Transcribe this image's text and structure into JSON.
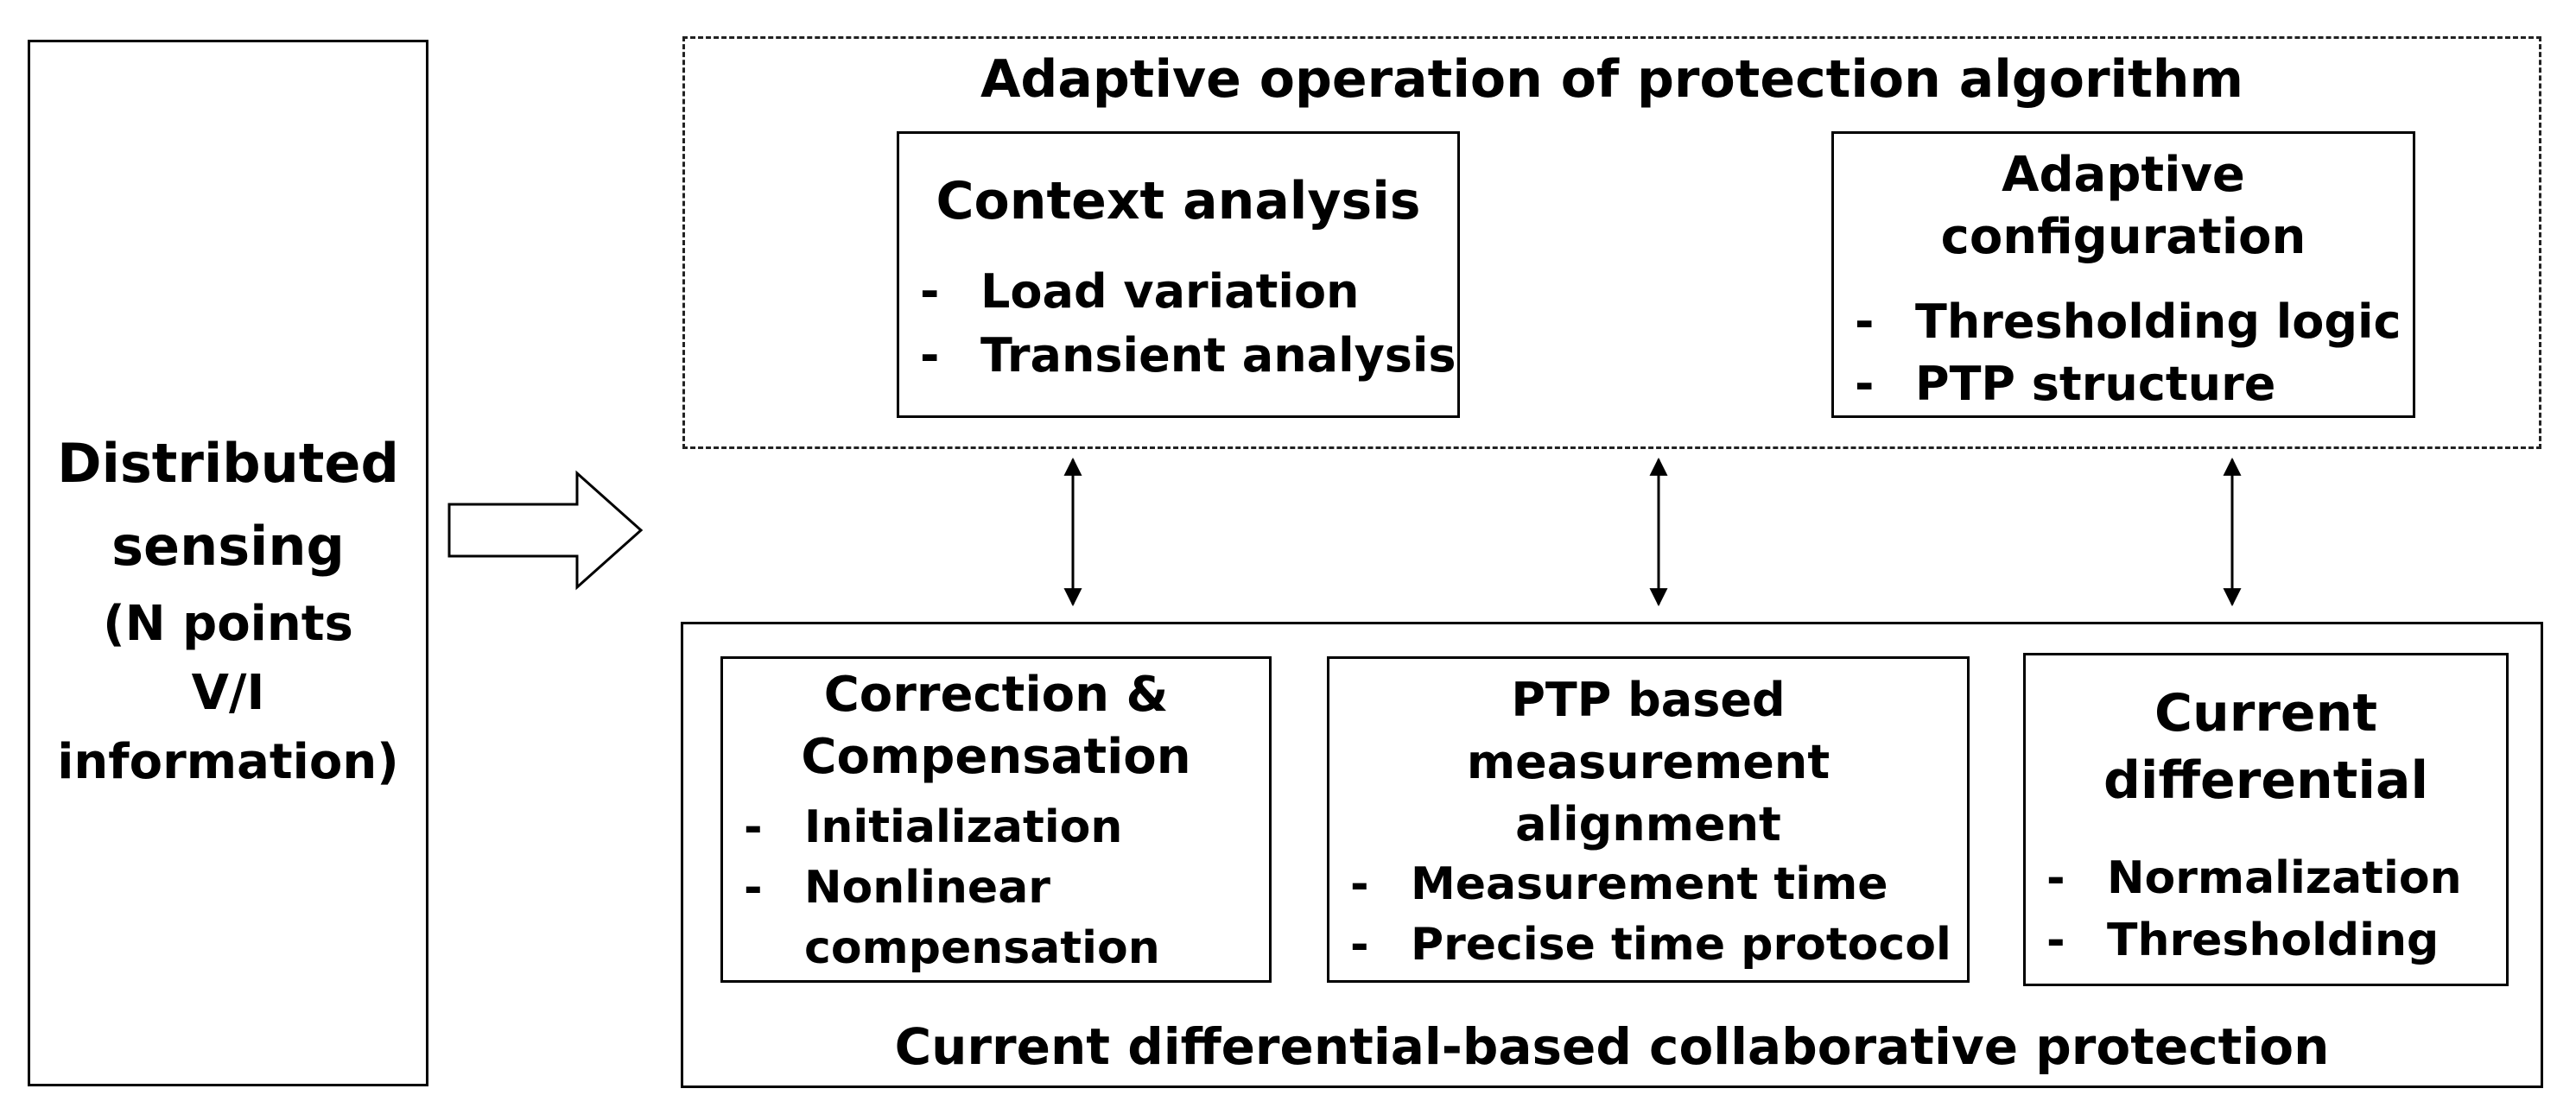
{
  "left_box": {
    "line1": "Distributed",
    "line2": "sensing",
    "line3": "(N points",
    "line4": "V/I",
    "line5": "information)"
  },
  "top_group": {
    "title": "Adaptive operation of protection algorithm",
    "context": {
      "title": "Context analysis",
      "items": [
        "Load variation",
        "Transient analysis"
      ]
    },
    "adaptive": {
      "title_line1": "Adaptive",
      "title_line2": "configuration",
      "items": [
        "Thresholding logic",
        "PTP structure"
      ]
    }
  },
  "bottom_group": {
    "title": "Current differential-based collaborative protection",
    "correction": {
      "title_line1": "Correction &",
      "title_line2": "Compensation",
      "items": [
        "Initialization",
        "Nonlinear",
        "compensation"
      ]
    },
    "ptp": {
      "title_line1": "PTP based",
      "title_line2": "measurement",
      "title_line3": "alignment",
      "items": [
        "Measurement time",
        "Precise time protocol"
      ]
    },
    "current_diff": {
      "title_line1": "Current",
      "title_line2": "differential",
      "items": [
        "Normalization",
        "Thresholding"
      ]
    }
  },
  "item_marker": "-"
}
